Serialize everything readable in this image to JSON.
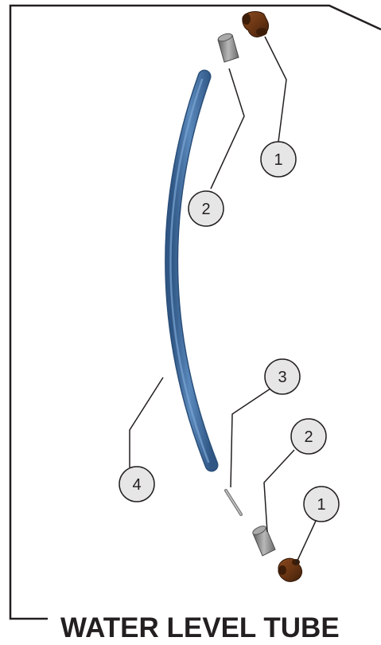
{
  "title": "WATER LEVEL TUBE",
  "callouts": [
    {
      "id": "callout-elbow-top",
      "number": "1",
      "part": "elbow-fitting"
    },
    {
      "id": "callout-sleeve-top",
      "number": "2",
      "part": "sleeve-insert"
    },
    {
      "id": "callout-pin",
      "number": "3",
      "part": "pin"
    },
    {
      "id": "callout-sleeve-bottom",
      "number": "2",
      "part": "sleeve-insert"
    },
    {
      "id": "callout-elbow-bottom",
      "number": "1",
      "part": "elbow-fitting"
    },
    {
      "id": "callout-tube",
      "number": "4",
      "part": "water-tube"
    }
  ],
  "colors": {
    "line": "#231f20",
    "callout_fill": "#e6e6e6",
    "tube": "#4a77a8",
    "tube_dark": "#2f5684",
    "elbow": "#6b3614",
    "sleeve": "#8c8c8c"
  }
}
